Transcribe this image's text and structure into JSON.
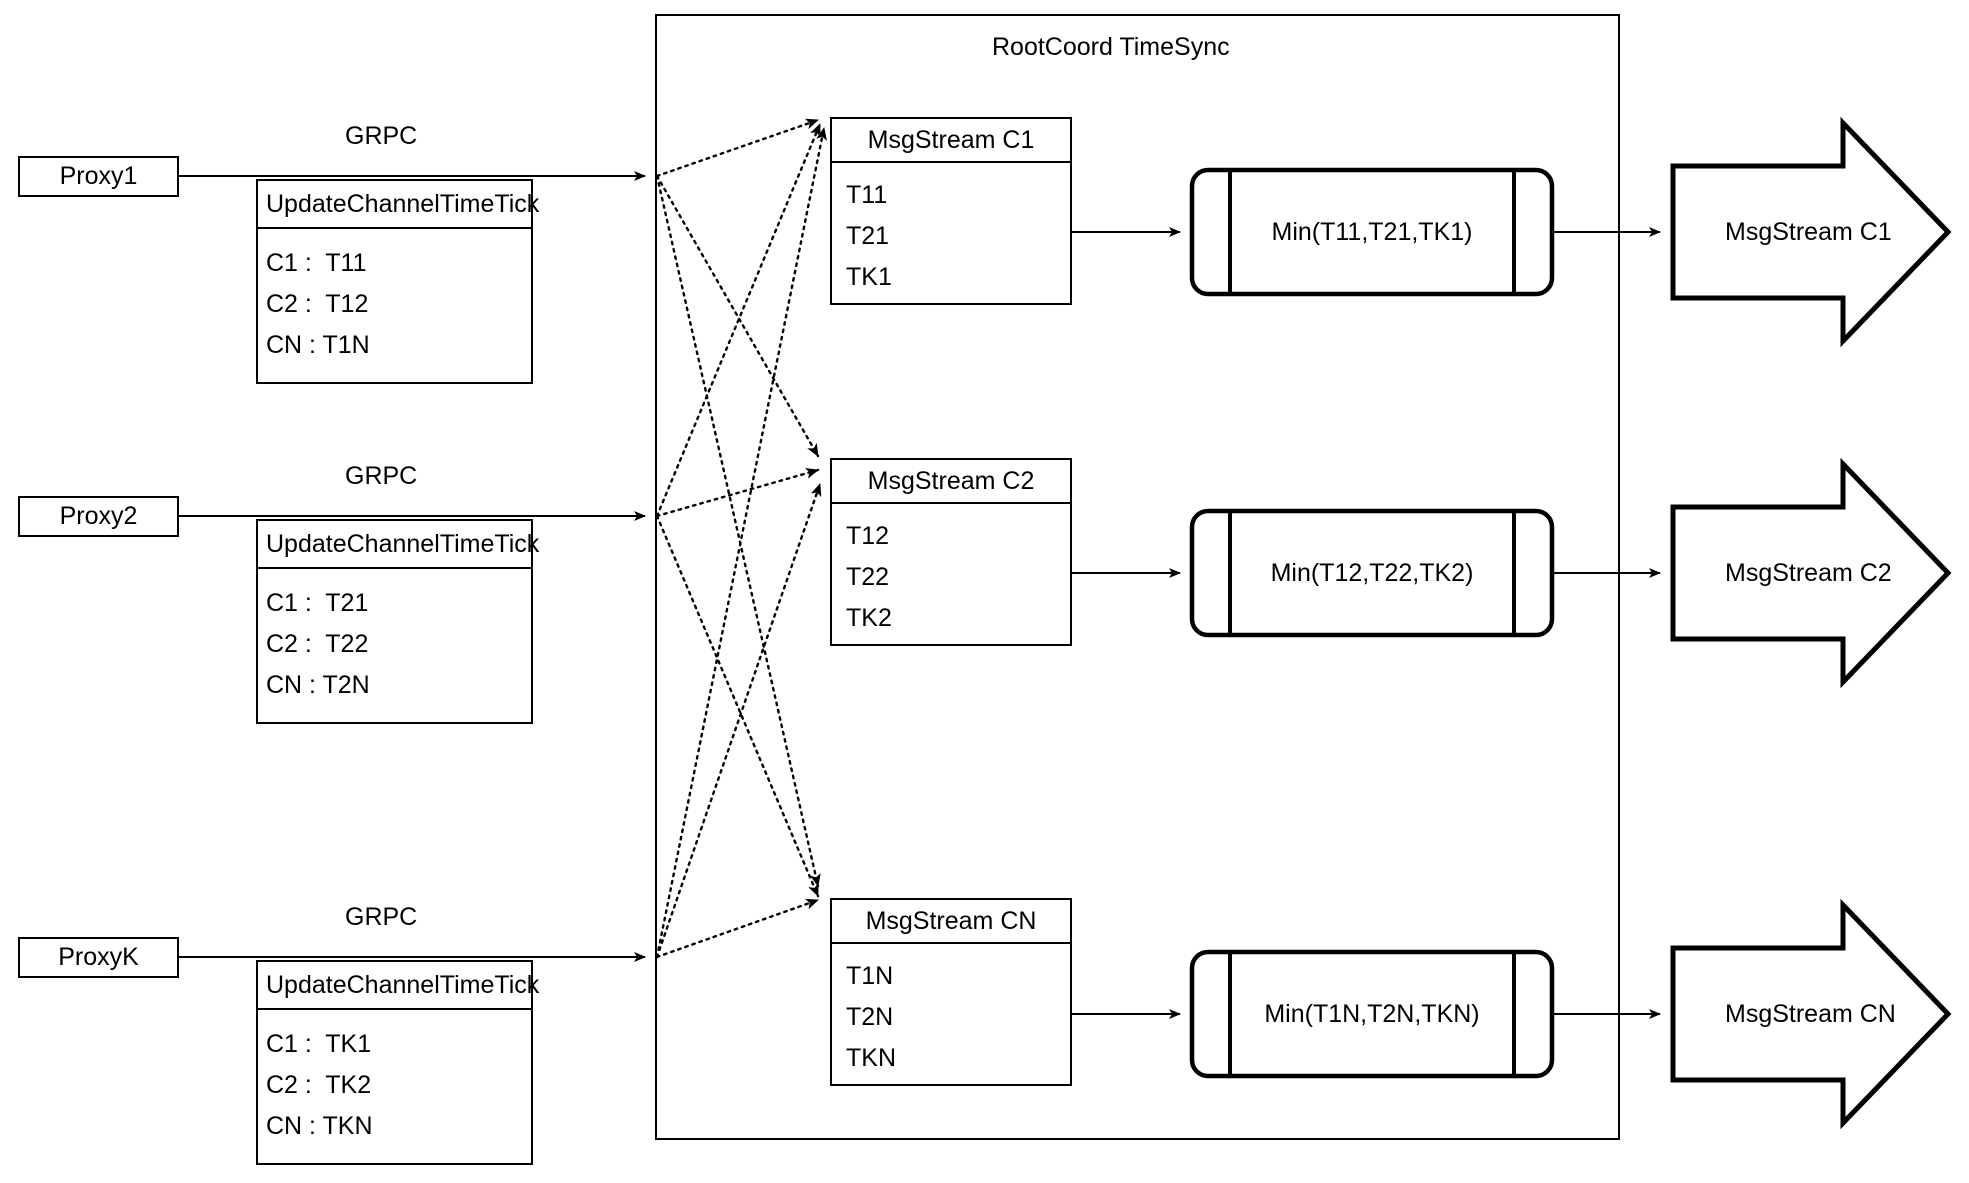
{
  "diagram": {
    "title": "RootCoord TimeSync",
    "group_label": "RootCoord TimeSync",
    "link_label": "GRPC",
    "tick_title": "UpdateChannelTimeTick",
    "colors": {
      "stroke": "#000000",
      "fill": "#ffffff",
      "background": "#ffffff"
    }
  },
  "proxies": [
    {
      "name": "Proxy1",
      "link_label": "GRPC",
      "tick_title": "UpdateChannelTimeTick",
      "rows": [
        "C1 :  T11",
        "C2 :  T12",
        "CN : T1N"
      ]
    },
    {
      "name": "Proxy2",
      "link_label": "GRPC",
      "tick_title": "UpdateChannelTimeTick",
      "rows": [
        "C1 :  T21",
        "C2 :  T22",
        "CN : T2N"
      ]
    },
    {
      "name": "ProxyK",
      "link_label": "GRPC",
      "tick_title": "UpdateChannelTimeTick",
      "rows": [
        "C1 :  TK1",
        "C2 :  TK2",
        "CN : TKN"
      ]
    }
  ],
  "channels": [
    {
      "msgstream_title": "MsgStream C1",
      "msgstream_rows": [
        "T11",
        "T21",
        "TK1"
      ],
      "min_label": "Min(T11,T21,TK1)",
      "output_label": "MsgStream C1"
    },
    {
      "msgstream_title": "MsgStream C2",
      "msgstream_rows": [
        "T12",
        "T22",
        "TK2"
      ],
      "min_label": "Min(T12,T22,TK2)",
      "output_label": "MsgStream C2"
    },
    {
      "msgstream_title": "MsgStream CN",
      "msgstream_rows": [
        "T1N",
        "T2N",
        "TKN"
      ],
      "min_label": "Min(T1N,T2N,TKN)",
      "output_label": "MsgStream CN"
    }
  ]
}
